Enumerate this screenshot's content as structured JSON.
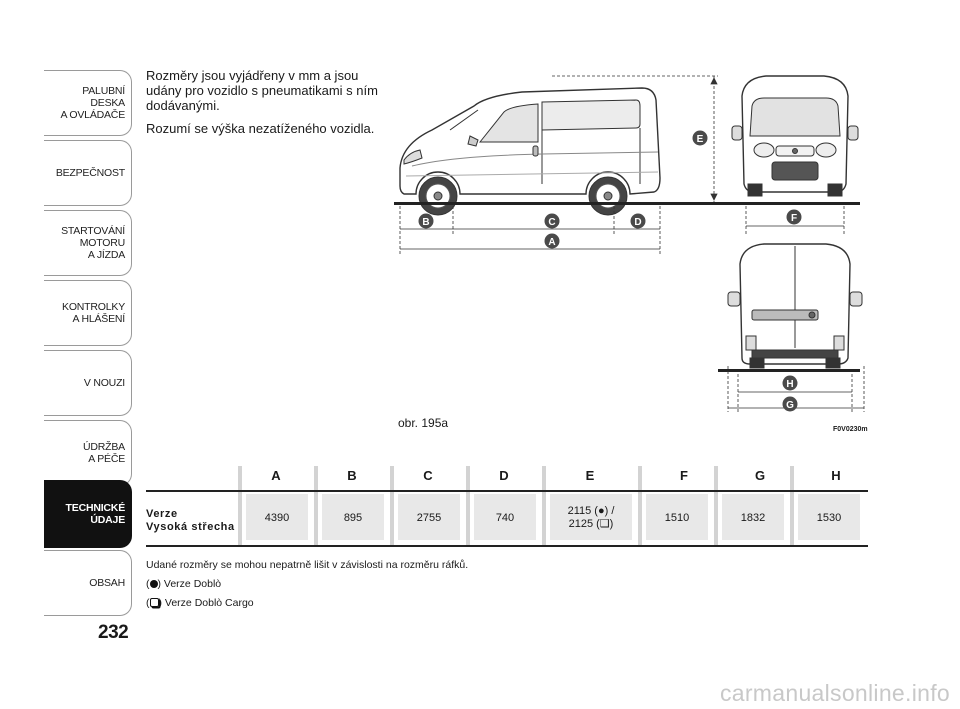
{
  "sidebar": {
    "tabs": [
      {
        "label": "PALUBNÍ DESKA\nA OVLÁDAČE",
        "active": false
      },
      {
        "label": "BEZPEČNOST",
        "active": false
      },
      {
        "label": "STARTOVÁNÍ\nMOTORU\nA JÍZDA",
        "active": false
      },
      {
        "label": "KONTROLKY\nA HLÁŠENÍ",
        "active": false
      },
      {
        "label": "V NOUZI",
        "active": false
      },
      {
        "label": "ÚDRŽBA\nA PÉČE",
        "active": false
      },
      {
        "label": "TECHNICKÉ\nÚDAJE",
        "active": true
      },
      {
        "label": "OBSAH",
        "active": false
      }
    ]
  },
  "page_number": "232",
  "intro": {
    "p1": "Rozměry jsou vyjádřeny v mm a jsou udány pro vozidlo s pneumatikami s ním dodávanými.",
    "p2": "Rozumí se výška nezatíženého vozidla."
  },
  "figure": {
    "caption": "obr. 195a",
    "code": "F0V0230m",
    "markers": {
      "A": "A",
      "B": "B",
      "C": "C",
      "D": "D",
      "E": "E",
      "F": "F",
      "G": "G",
      "H": "H"
    }
  },
  "table": {
    "headers": [
      "A",
      "B",
      "C",
      "D",
      "E",
      "F",
      "G",
      "H"
    ],
    "row_label_1": "Verze",
    "row_label_2": "Vysoká střecha",
    "values": [
      "4390",
      "895",
      "2755",
      "740",
      "2115 (●) /\n2125 (❑)",
      "1510",
      "1832",
      "1530"
    ]
  },
  "notes": {
    "line1": "Udané rozměry se mohou nepatrně lišit v závislosti na rozměru ráfků.",
    "line2": "Verze Doblò",
    "line3": "Verze Doblò Cargo"
  },
  "watermark": "carmanualsonline.info"
}
